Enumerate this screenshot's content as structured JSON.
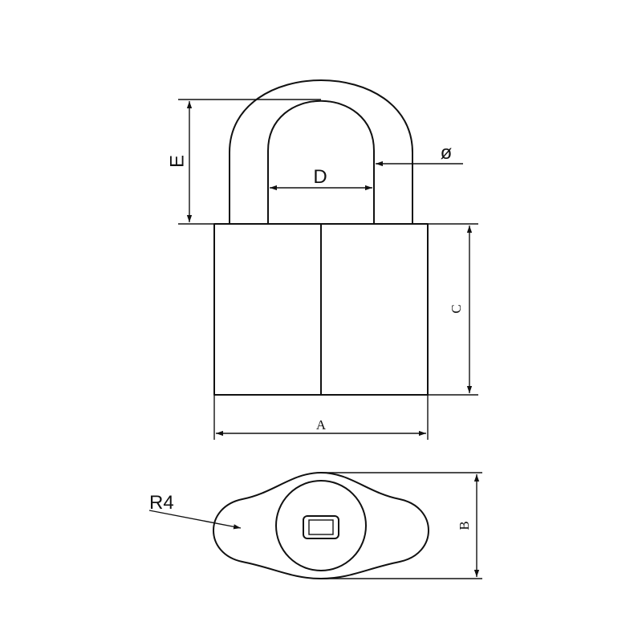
{
  "diagram": {
    "labels": {
      "e": "E",
      "d": "D",
      "phi": "ø",
      "c": "C",
      "a": "A",
      "b": "B",
      "r4": "R4"
    },
    "colors": {
      "line": "#111111",
      "background": "#ffffff"
    }
  }
}
